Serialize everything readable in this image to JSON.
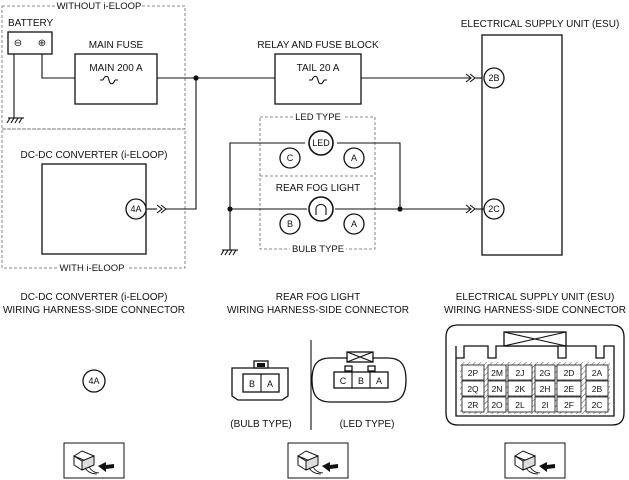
{
  "top": {
    "without_label": "WITHOUT i-ELOOP",
    "with_label": "WITH i-ELOOP",
    "battery": {
      "label": "BATTERY",
      "minus": "⊖",
      "plus": "⊕"
    },
    "main_fuse": {
      "title": "MAIN FUSE",
      "rating": "MAIN 200 A"
    },
    "relay_block": {
      "title": "RELAY AND FUSE BLOCK",
      "rating": "TAIL 20 A"
    },
    "esu": {
      "title": "ELECTRICAL SUPPLY UNIT (ESU)",
      "pin_top": "2B",
      "pin_bottom": "2C"
    },
    "dcdc": {
      "title": "DC-DC CONVERTER (i-ELOOP)",
      "pin": "4A"
    },
    "led_type": {
      "label": "LED TYPE",
      "center": "LED",
      "left": "C",
      "right": "A"
    },
    "bulb_type": {
      "title": "REAR FOG LIGHT",
      "label": "BULB TYPE",
      "left": "B",
      "right": "A"
    }
  },
  "bottom": {
    "dcdc_conn": {
      "line1": "DC-DC CONVERTER (i-ELOOP)",
      "line2": "WIRING HARNESS-SIDE CONNECTOR",
      "pin": "4A"
    },
    "fog_conn": {
      "line1": "REAR FOG LIGHT",
      "line2": "WIRING HARNESS-SIDE CONNECTOR",
      "bulb_pins": [
        "B",
        "A"
      ],
      "led_pins": [
        "C",
        "B",
        "A"
      ],
      "bulb_caption": "(BULB TYPE)",
      "led_caption": "(LED TYPE)"
    },
    "esu_conn": {
      "line1": "ELECTRICAL SUPPLY UNIT (ESU)",
      "line2": "WIRING HARNESS-SIDE CONNECTOR",
      "row1": [
        "2P",
        "2M",
        "2J",
        "2G",
        "2D",
        "2A"
      ],
      "row2": [
        "2Q",
        "2N",
        "2K",
        "2H",
        "2E",
        "2B"
      ],
      "row3": [
        "2R",
        "2O",
        "2L",
        "2I",
        "2F",
        "2C"
      ]
    }
  }
}
